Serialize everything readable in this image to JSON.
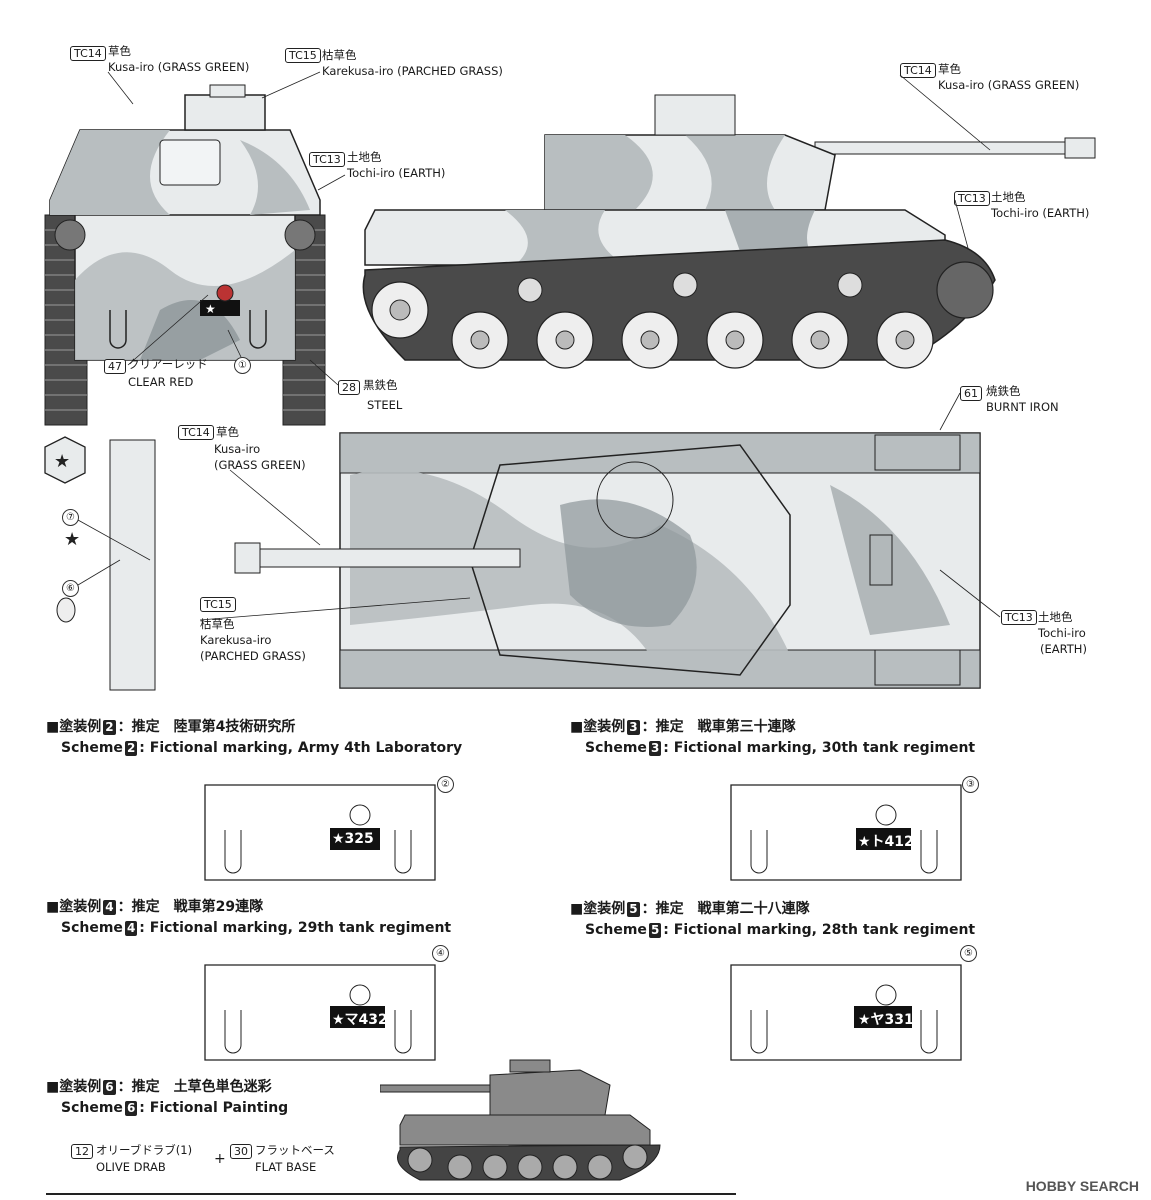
{
  "colors": {
    "grass_green": "#b8bec0",
    "parched": "#e8ebec",
    "earth": "#8d969a",
    "steel": "#444444",
    "line": "#222222"
  },
  "front_view": {
    "callouts": [
      {
        "code": "TC14",
        "jp": "草色",
        "en": "Kusa-iro (GRASS GREEN)"
      },
      {
        "code": "TC15",
        "jp": "枯草色",
        "en": "Karekusa-iro (PARCHED GRASS)"
      },
      {
        "code": "TC13",
        "jp": "土地色",
        "en": "Tochi-iro (EARTH)"
      },
      {
        "code": "47",
        "jp": "クリアーレッド",
        "en": "CLEAR RED"
      },
      {
        "code": "28",
        "jp": "黒鉄色",
        "en": "STEEL"
      }
    ],
    "marker": "①"
  },
  "side_view": {
    "callouts": [
      {
        "code": "TC14",
        "jp": "草色",
        "en": "Kusa-iro (GRASS GREEN)"
      },
      {
        "code": "TC13",
        "jp": "土地色",
        "en": "Tochi-iro (EARTH)"
      },
      {
        "code": "61",
        "jp": "焼鉄色",
        "en": "BURNT IRON"
      }
    ]
  },
  "top_view": {
    "callouts": [
      {
        "code": "TC14",
        "jp": "草色",
        "en1": "Kusa-iro",
        "en2": "(GRASS GREEN)"
      },
      {
        "code": "TC15",
        "jp": "枯草色",
        "en1": "Karekusa-iro",
        "en2": "(PARCHED GRASS)"
      },
      {
        "code": "TC13",
        "jp": "土地色",
        "en1": "Tochi-iro",
        "en2": "(EARTH)"
      }
    ],
    "markers": [
      "⑦",
      "⑥"
    ]
  },
  "schemes": [
    {
      "num": "2",
      "jp_prefix": "塗装例",
      "jp_body": "：推定　陸軍第4技術研究所",
      "en_prefix": "Scheme",
      "en_body": ":  Fictional  marking, Army 4th Laboratory",
      "plate": "★325",
      "marker": "②"
    },
    {
      "num": "3",
      "jp_prefix": "塗装例",
      "jp_body": "：推定　戦車第三十連隊",
      "en_prefix": "Scheme",
      "en_body": ":  Fictional  marking, 30th tank regiment",
      "plate": "★ト412",
      "marker": "③"
    },
    {
      "num": "4",
      "jp_prefix": "塗装例",
      "jp_body": "：推定　戦車第29連隊",
      "en_prefix": "Scheme",
      "en_body": ":  Fictional  marking, 29th tank regiment",
      "plate": "★マ432",
      "marker": "④"
    },
    {
      "num": "5",
      "jp_prefix": "塗装例",
      "jp_body": "：推定　戦車第二十八連隊",
      "en_prefix": "Scheme",
      "en_body": ":  Fictional  marking, 28th tank regiment",
      "plate": "★ヤ331",
      "marker": "⑤"
    },
    {
      "num": "6",
      "jp_prefix": "塗装例",
      "jp_body": "：推定　土草色単色迷彩",
      "en_prefix": "Scheme",
      "en_body": ":  Fictional  Painting"
    }
  ],
  "paints": [
    {
      "code": "12",
      "jp": "オリーブドラブ(1)",
      "en": "OLIVE DRAB"
    },
    {
      "plus": "+"
    },
    {
      "code": "30",
      "jp": "フラットベース",
      "en": "FLAT BASE"
    }
  ],
  "watermark": "HOBBY SEARCH"
}
